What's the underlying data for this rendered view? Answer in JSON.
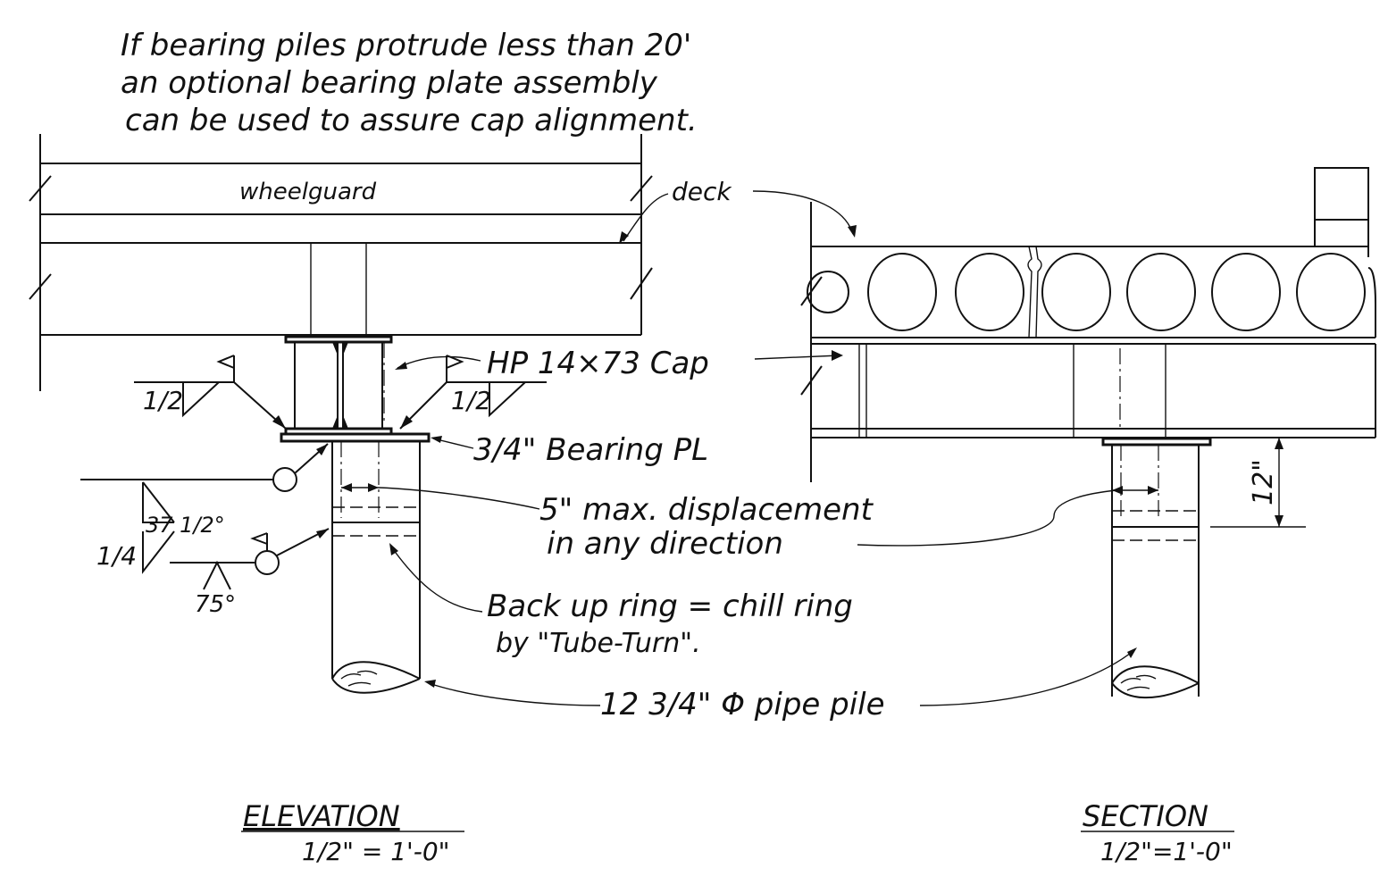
{
  "note": {
    "line1": "If bearing piles protrude less than 20'",
    "line2": "an optional bearing plate assembly",
    "line3": "can be used to assure cap alignment."
  },
  "labels": {
    "wheelguard": "wheelguard",
    "deck": "deck",
    "cap": "HP 14×73 Cap",
    "bearing_plate": "3/4\" Bearing PL",
    "displacement_line1": "5\" max. displacement",
    "displacement_line2": "in any direction",
    "backup_line1": "Back up ring = chill ring",
    "backup_line2": "by \"Tube-Turn\".",
    "pipe_pile": "12 3/4\" Φ pipe pile",
    "dim_12": "12\""
  },
  "welds": {
    "left_size": "1/2",
    "right_size": "1/2",
    "pile_size": "1/4",
    "angle_upper": "37 1/2°",
    "angle_lower": "75°"
  },
  "titles": {
    "elevation": "ELEVATION",
    "elevation_scale": "1/2\" = 1'-0\"",
    "section": "SECTION",
    "section_scale": "1/2\"=1'-0\""
  }
}
